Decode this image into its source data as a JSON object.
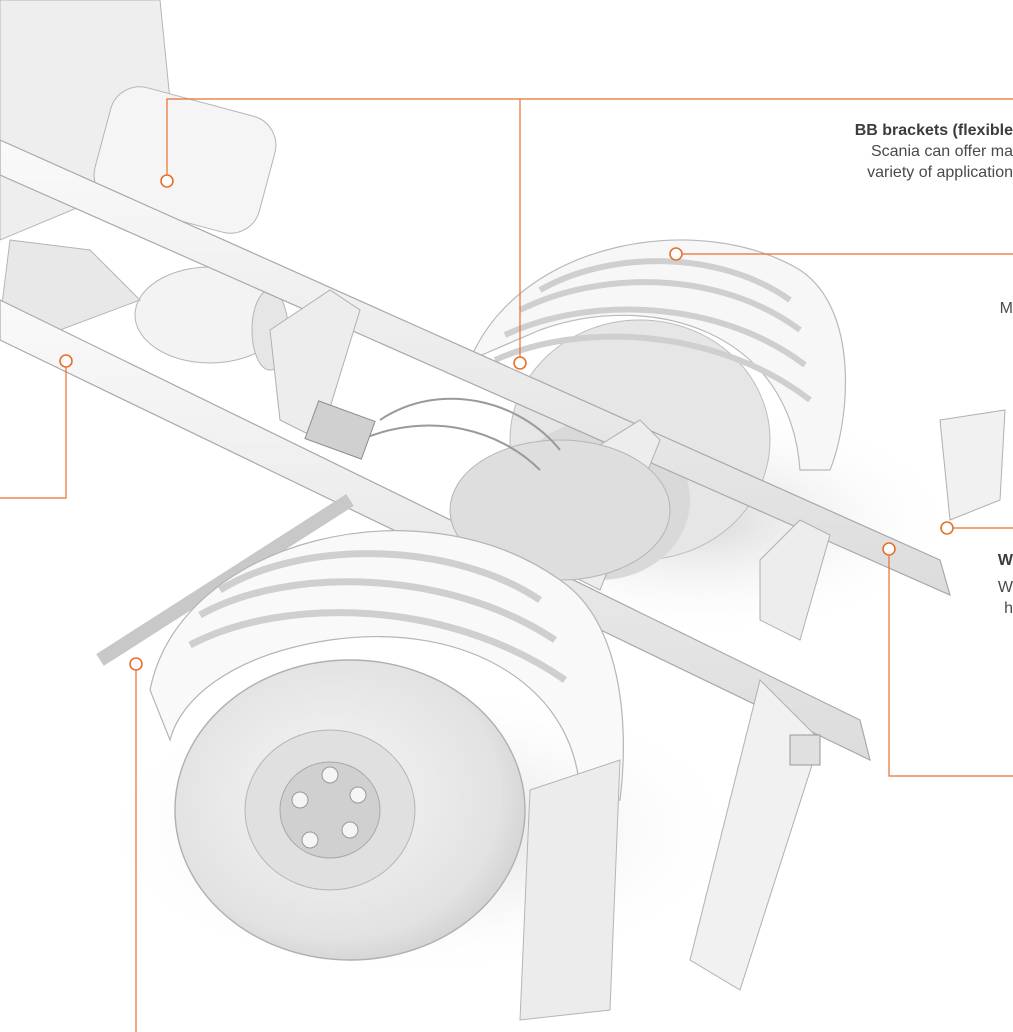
{
  "callouts": {
    "bb_brackets": {
      "title": "BB brackets (flexible",
      "line1": "Scania can offer ma",
      "line2": "variety of application"
    },
    "mudguard": {
      "text": "M"
    },
    "w_item": {
      "title": "W",
      "line1": "W",
      "line2": "h"
    }
  },
  "colors": {
    "accent": "#e8702e",
    "text": "#4a4a4a"
  }
}
